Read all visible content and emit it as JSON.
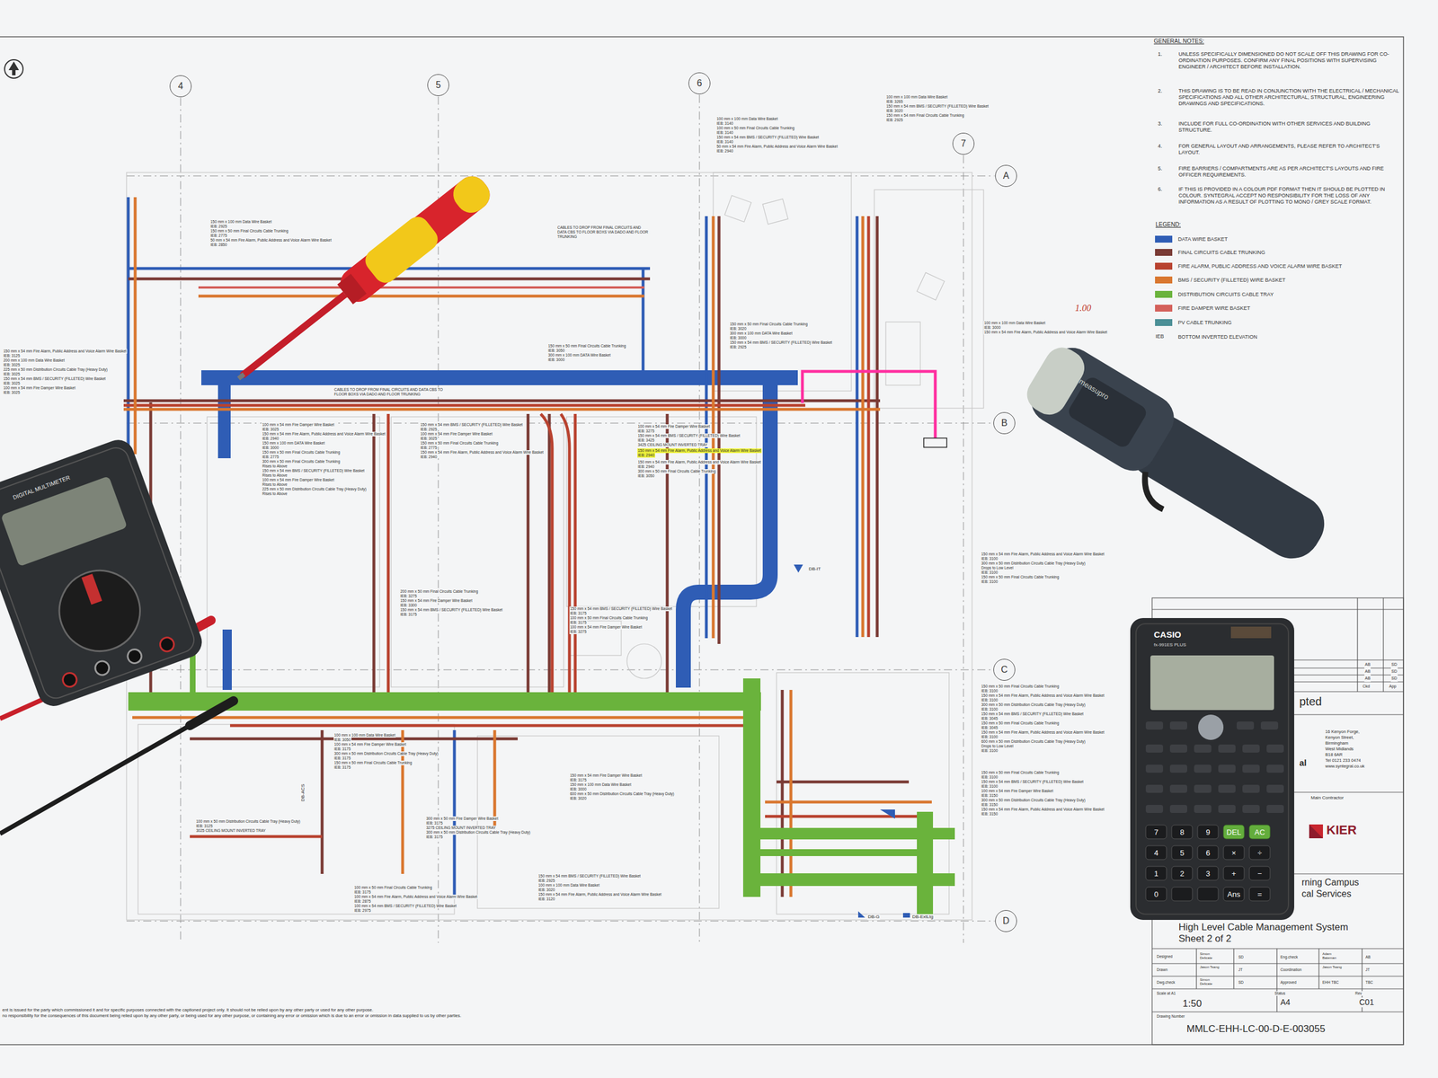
{
  "diagram": {
    "nodes": [
      {
        "text": [
          "4"
        ]
      },
      {
        "text": [
          "5"
        ]
      },
      {
        "text": [
          "6"
        ]
      },
      {
        "text": [
          "7"
        ]
      },
      {
        "text": [
          "A"
        ]
      },
      {
        "text": [
          "B"
        ]
      },
      {
        "text": [
          "C"
        ]
      },
      {
        "text": [
          "D"
        ]
      }
    ],
    "labels": [
      "GENERAL NOTES:",
      "1.",
      "UNLESS SPECIFICALLY DIMENSIONED DO NOT SCALE OFF THIS DRAWING FOR CO-ORDINATION PURPOSES. CONFIRM ANY FINAL POSITIONS WITH SUPERVISING ENGINEER / ARCHITECT BEFORE INSTALLATION.",
      "2.",
      "THIS DRAWING IS TO BE READ IN CONJUNCTION WITH THE ELECTRICAL / MECHANICAL SPECIFICATIONS AND ALL OTHER ARCHITECTURAL, STRUCTURAL, ENGINEERING DRAWINGS AND SPECIFICATIONS.",
      "3.",
      "INCLUDE FOR FULL CO-ORDINATION WITH OTHER SERVICES AND BUILDING STRUCTURE.",
      "4.",
      "FOR GENERAL LAYOUT AND ARRANGEMENTS, PLEASE REFER TO ARCHITECT'S LAYOUT.",
      "5.",
      "FIRE BARRIERS / COMPARTMENTS ARE AS PER ARCHITECT'S LAYOUTS AND FIRE OFFICER REQUIREMENTS.",
      "6.",
      "IF THIS IS PROVIDED IN A COLOUR PDF FORMAT THEN IT SHOULD BE PLOTTED IN COLOUR. SYNTEGRAL ACCEPT NO RESPONSIBILITY FOR THE LOSS OF ANY INFORMATION AS A RESULT OF PLOTTING TO MONO / GREY SCALE FORMAT.",
      "LEGEND:",
      "IEB",
      "ent is issued for the party which commissioned it and for specific purposes connected with the captioned project only. It should not be relied upon by any other party or used for any other purpose.",
      "no responsibility for the consequences of this document being relied upon by any other party, or being used for any other purpose, or containing any error or omission which is due to an error or omission in data supplied to us by other parties.",
      "100 mm x 100 mm Data Wire Basket",
      "IEB: 3140",
      "100 mm x 50 mm Final Circuits Cable Trunking",
      "IEB: 3140",
      "150 mm x 54 mm BMS / SECURITY (FILLETED) Wire Basket",
      "IEB: 3140",
      "50 mm x 54 mm Fire Alarm, Public Address and Voice Alarm Wire Basket",
      "IEB: 2940",
      "100 mm x 100 mm Data Wire Basket",
      "IEB: 3265",
      "150 mm x 54 mm BMS / SECURITY (FILLETED) Wire Basket",
      "IEB: 3020",
      "150 mm x 54 mm Final Circuits Cable Trunking",
      "IEB: 2925",
      "150 mm x 100 mm Data Wire Basket",
      "IEB: 2925",
      "150 mm x 50 mm Final Circuits Cable Trunking",
      "IEB: 2775",
      "50 mm x 54 mm Fire Alarm, Public Address and Voice Alarm Wire Basket",
      "IEB: 2850",
      "CABLES TO DROP FROM FINAL CIRCUITS AND DATA CBS TO FLOOR BOXS VIA DADO AND FLOOR TRUNKING",
      "150 mm x 50 mm Final Circuits Cable Trunking",
      "IEB: 3050",
      "300 mm x 100 mm DATA Wire Basket",
      "IEB: 3000",
      "150 mm x 50 mm Final Circuits Cable Trunking",
      "IEB: 3020",
      "300 mm x 100 mm DATA Wire Basket",
      "IEB: 3000",
      "150 mm x 54 mm BMS / SECURITY (FILLETED) Wire Basket",
      "IEB: 2925",
      "CABLES TO DROP FROM FINAL CIRCUITS AND DATA CBS TO FLOOR BOXS VIA DADO AND FLOOR TRUNKING",
      "100 mm x 54 mm Fire Damper Wire Basket",
      "IEB: 3025",
      "150 mm x 54 mm Fire Alarm, Public Address and Voice Alarm Wire Basket",
      "IEB: 2940",
      "150 mm x 100 mm DATA Wire Basket",
      "IEB: 3000",
      "150 mm x 50 mm Final Circuits Cable Trunking",
      "IEB: 2775",
      "300 mm x 50 mm Final Circuits Cable Trunking",
      "Rises to Above",
      "150 mm x 54 mm BMS / SECURITY (FILLETED) Wire Basket",
      "Rises to Above",
      "100 mm x 54 mm Fire Damper Wire Basket",
      "Rises to Above",
      "225 mm x 50 mm Distribution Circuits Cable Tray (Heavy Duty)",
      "Rises to Above",
      "150 mm x 54 mm BMS / SECURITY (FILLETED) Wire Basket",
      "IEB: 2925",
      "100 mm x 54 mm Fire Damper Wire Basket",
      "IEB: 3025",
      "150 mm x 50 mm Final Circuits Cable Trunking",
      "IEB: 2775",
      "150 mm x 54 mm Fire Alarm, Public Address and Voice Alarm Wire Basket",
      "IEB: 2940",
      "100 mm x 54 mm Fire Damper Wire Basket",
      "IEB: 3275",
      "150 mm x 54 mm BMS / SECURITY (FILLETED) Wire Basket",
      "IEB: 3425",
      "3425 CEILING MOUNT INVERTED TRAY",
      "150 mm x 54 mm Fire Alarm, Public Address and Voice Alarm Wire Basket",
      "IEB: 2940",
      "150 mm x 54 mm Fire Alarm, Public Address and Voice Alarm Wire Basket",
      "IEB: 2940",
      "300 mm x 50 mm Final Circuits Cable Trunking",
      "IEB: 3050",
      "150 mm x 54 mm BMS / SECURITY (FILLETED) Wire Basket",
      "IEB: 3175",
      "100 mm x 50 mm Final Circuits Cable Trunking",
      "IEB: 3175",
      "100 mm x 54 mm Fire Damper Wire Basket",
      "IEB: 3275",
      "200 mm x 50 mm Final Circuits Cable Trunking",
      "IEB: 3275",
      "150 mm x 54 mm Fire Damper Wire Basket",
      "IEB: 3300",
      "150 mm x 54 mm BMS / SECURITY (FILLETED) Wire Basket",
      "IEB: 3175",
      "100 mm x 100 mm Data Wire Basket",
      "IEB: 3050",
      "100 mm x 54 mm Fire Damper Wire Basket",
      "IEB: 3175",
      "300 mm x 50 mm Distribution Circuits Cable Tray (Heavy Duty)",
      "IEB: 3175",
      "150 mm x 50 mm Final Circuits Cable Trunking",
      "IEB: 3175",
      "150 mm x 54 mm Fire Damper Wire Basket",
      "IEB: 3175",
      "150 mm x 100 mm Data Wire Basket",
      "IEB: 3000",
      "600 mm x 50 mm Distribution Circuits Cable Tray (Heavy Duty)",
      "IEB: 3020",
      "300 mm x 50 mm Fire Damper Wire Basket",
      "IEB: 3175",
      "3275 CEILING MOUNT INVERTED TRAY",
      "300 mm x 50 mm Distribution Circuits Cable Tray (Heavy Duty)",
      "IEB: 3175",
      "100 mm x 50 mm Distribution Circuits Cable Tray (Heavy Duty)",
      "IEB: 3125",
      "3025 CEILING MOUNT INVERTED TRAY",
      "150 mm x 54 mm BMS / SECURITY (FILLETED) Wire Basket",
      "IEB: 2925",
      "100 mm x 100 mm Data Wire Basket",
      "IEB: 3020",
      "150 mm x 54 mm Fire Alarm, Public Address and Voice Alarm Wire Basket",
      "IEB: 3120",
      "100 mm x 50 mm Final Circuits Cable Trunking",
      "IEB: 3175",
      "100 mm x 54 mm Fire Alarm, Public Address and Voice Alarm Wire Basket",
      "IEB: 2875",
      "100 mm x 54 mm BMS / SECURITY (FILLETED) Wire Basket",
      "IEB: 2975",
      "150 mm x 54 mm Fire Alarm, Public Address and Voice Alarm Wire Basket",
      "IEB: 3125",
      "200 mm x 100 mm Data Wire Basket",
      "IEB: 3025",
      "225 mm x 50 mm Distribution Circuits Cable Tray (Heavy Duty)",
      "IEB: 3025",
      "150 mm x 54 mm BMS / SECURITY (FILLETED) Wire Basket",
      "IEB: 3025",
      "100 mm x 54 mm Fire Damper Wire Basket",
      "IEB: 3025",
      "100 mm x 100 mm Data Wire Basket",
      "IEB: 3000",
      "150 mm x 54 mm Fire Alarm, Public Address and Voice Alarm Wire Basket",
      "150 mm x 54 mm Fire Alarm, Public Address and Voice Alarm Wire Basket",
      "IEB: 3100",
      "300 mm x 50 mm Distribution Circuits Cable Tray (Heavy Duty)",
      "Drops to Low Level",
      "IEB: 3100",
      "150 mm x 50 mm Final Circuits Cable Trunking",
      "IEB: 3100",
      "150 mm x 50 mm Final Circuits Cable Trunking",
      "IEB: 3100",
      "150 mm x 54 mm Fire Alarm, Public Address and Voice Alarm Wire Basket",
      "IEB: 3100",
      "300 mm x 50 mm Distribution Circuits Cable Tray (Heavy Duty)",
      "IEB: 3100",
      "150 mm x 54 mm BMS / SECURITY (FILLETED) Wire Basket",
      "IEB: 3045",
      "150 mm x 50 mm Final Circuits Cable Trunking",
      "IEB: 3045",
      "150 mm x 54 mm Fire Alarm, Public Address and Voice Alarm Wire Basket",
      "IEB: 3100",
      "600 mm x 50 mm Distribution Circuits Cable Tray (Heavy Duty)",
      "Drops to Low Level",
      "IEB: 3100",
      "150 mm x 50 mm Final Circuits Cable Trunking",
      "IEB: 3100",
      "150 mm x 54 mm BMS / SECURITY (FILLETED) Wire Basket",
      "IEB: 3100",
      "100 mm x 54 mm Fire Damper Wire Basket",
      "IEB: 3150",
      "300 mm x 50 mm Distribution Circuits Cable Tray (Heavy Duty)",
      "IEB: 3150",
      "150 mm x 54 mm Fire Alarm, Public Address and Voice Alarm Wire Basket",
      "IEB: 3150",
      "DB-IT",
      "DB-ACS",
      "DB-G",
      "DB-ExtLtg",
      "1.00",
      "AB",
      "AB",
      "AB",
      "SD",
      "SD",
      "SD",
      "Ckd",
      "App",
      "pted",
      "16 Kenyon Forge,",
      "Kenyon Street,",
      "Birmingham",
      "West Midlands",
      "B18 6AR",
      "Tel 0121 233 0474",
      "www.syntegral.co.uk",
      "al",
      "Main Contractor",
      "KIER",
      "rning Campus",
      "cal Services",
      "High Level Cable Management System",
      "Sheet 2 of 2",
      "Designed",
      "Simon Delicate",
      "SD",
      "Eng.check",
      "Adam Bateman",
      "AB",
      "Drawn",
      "Jason Tsang",
      "JT",
      "Coordination",
      "Jason Tsang",
      "JT",
      "Dwg.check",
      "Simon Delicate",
      "SD",
      "Approved",
      "EHH TBC",
      "TBC",
      "Scale at A1",
      "1:50",
      "Status",
      "A4",
      "Rev",
      "C01",
      "Drawing Number",
      "MMLC-EHH-LC-00-D-E-003055",
      "CASIO",
      "fx-991ES PLUS",
      "7",
      "8",
      "9",
      "DEL",
      "AC",
      "4",
      "5",
      "6",
      "×",
      "÷",
      "1",
      "2",
      "3",
      "+",
      "−",
      "0",
      "Ans",
      "=",
      "DIGITAL MULTIMETER",
      "measupro"
    ],
    "legend": [
      {
        "text": "DATA WIRE BASKET",
        "color": "#2f5db5"
      },
      {
        "text": "FINAL CIRCUITS CABLE TRUNKING",
        "color": "#7a3b35"
      },
      {
        "text": "FIRE ALARM, PUBLIC ADDRESS AND VOICE ALARM WIRE BASKET",
        "color": "#b8422f"
      },
      {
        "text": "BMS / SECURITY (FILLETED) WIRE BASKET",
        "color": "#d9772f"
      },
      {
        "text": "DISTRIBUTION CIRCUITS CABLE TRAY",
        "color": "#6ab33c"
      },
      {
        "text": "FIRE DAMPER WIRE BASKET",
        "color": "#d4605a"
      },
      {
        "text": "PV CABLE TRUNKING",
        "color": "#4b8f96"
      },
      {
        "text": "BOTTOM INVERTED ELEVATION"
      }
    ]
  }
}
